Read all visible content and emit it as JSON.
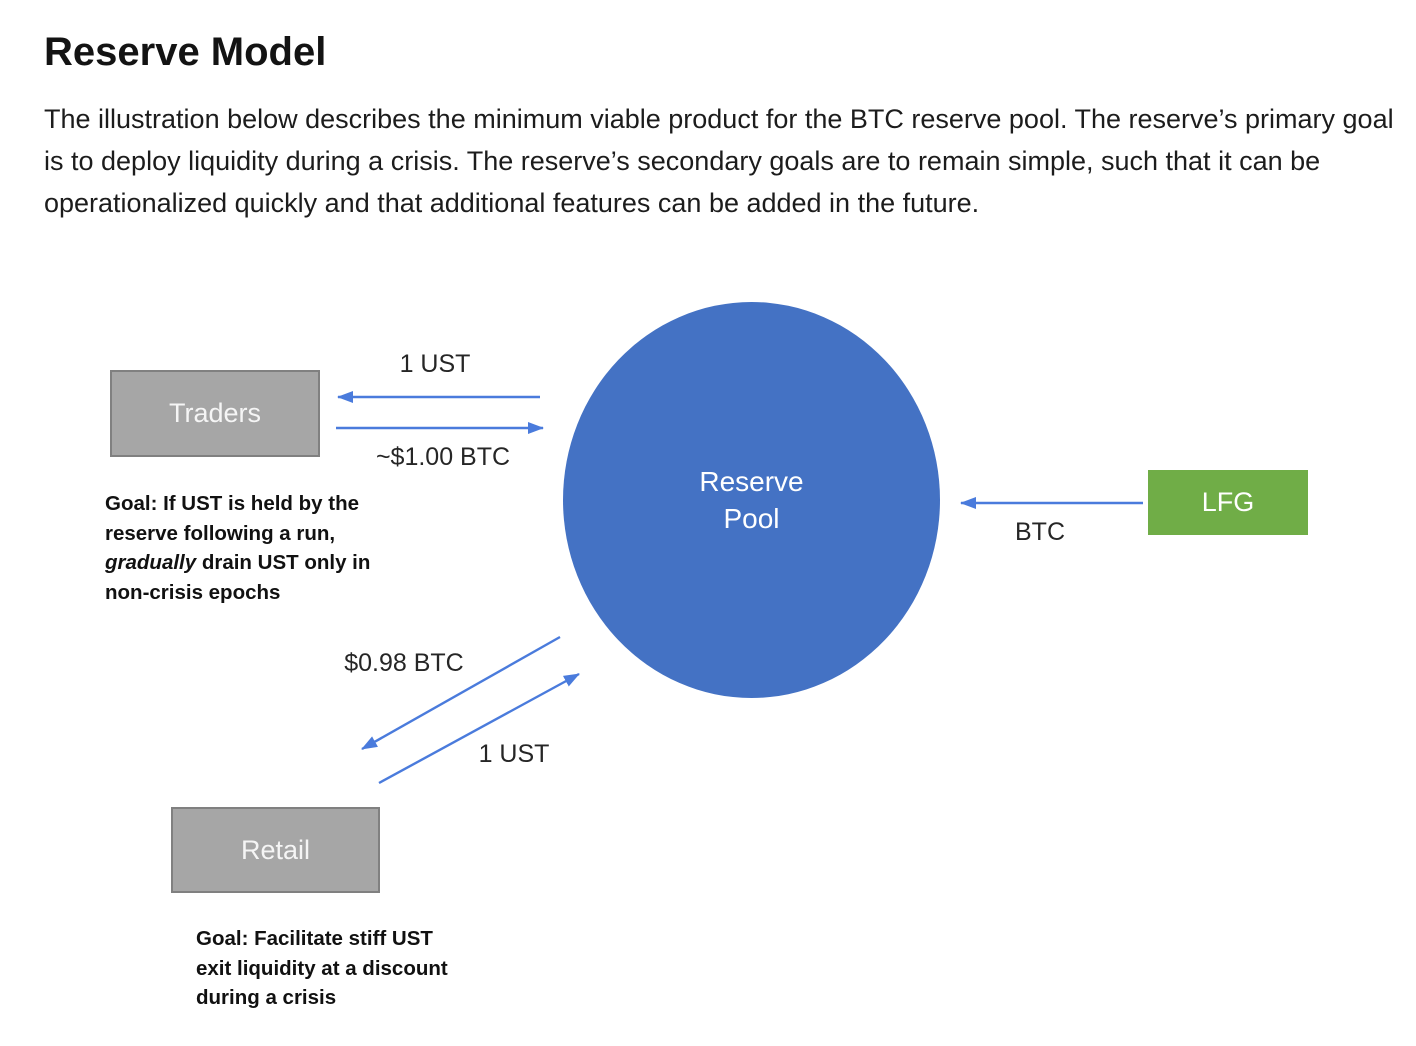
{
  "page": {
    "title": "Reserve Model",
    "intro": "The illustration below describes the minimum viable product for the BTC reserve pool. The reserve’s primary goal is to deploy liquidity during a crisis. The reserve’s secondary goals are to remain simple, such that it can be operationalized quickly and that additional features can be added in the future."
  },
  "diagram": {
    "nodes": {
      "traders": {
        "label": "Traders",
        "fill": "#a6a6a6",
        "border": "#808080"
      },
      "reserve_pool": {
        "label_line1": "Reserve",
        "label_line2": "Pool",
        "fill": "#4472c4"
      },
      "lfg": {
        "label": "LFG",
        "fill": "#70ad47"
      },
      "retail": {
        "label": "Retail",
        "fill": "#a6a6a6",
        "border": "#808080"
      }
    },
    "flows": {
      "pool_to_traders": "1 UST",
      "traders_to_pool": "~$1.00 BTC",
      "lfg_to_pool": "BTC",
      "pool_to_retail": "$0.98 BTC",
      "retail_to_pool": "1 UST"
    },
    "goals": {
      "traders": {
        "line1": "Goal: If UST is held by the",
        "line2": "reserve following a run,",
        "line3_italic": "gradually",
        "line3_rest": " drain UST only in",
        "line4": "non-crisis epochs"
      },
      "retail": {
        "line1": "Goal: Facilitate stiff UST",
        "line2": "exit liquidity at a discount",
        "line3": "during a crisis"
      }
    },
    "colors": {
      "arrow": "#4a7bdc",
      "pool_fill": "#4472c4",
      "gray_fill": "#a6a6a6",
      "green_fill": "#70ad47"
    }
  }
}
